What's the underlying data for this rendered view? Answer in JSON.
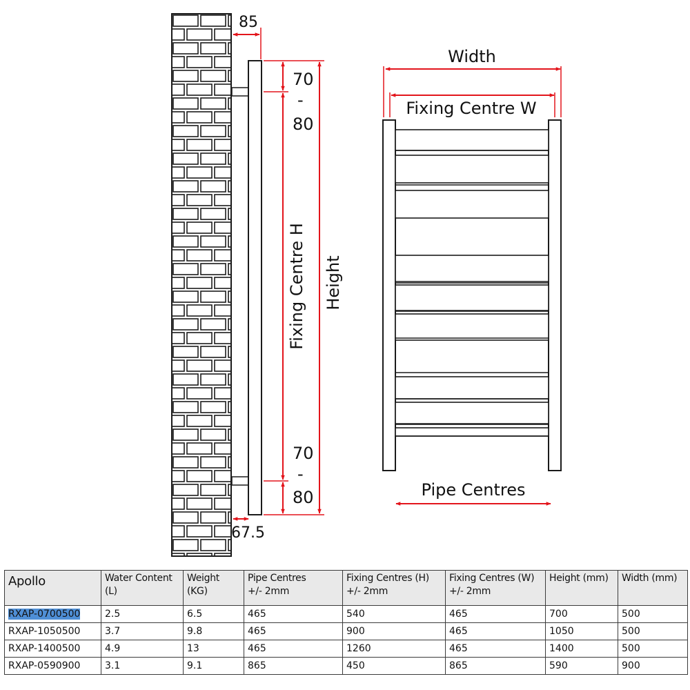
{
  "diagram": {
    "wall_offset_top": "85",
    "wall_offset_bottom": "67.5",
    "top_offset_lines": [
      "70",
      "-",
      "80"
    ],
    "bottom_offset_lines": [
      "70",
      "-",
      "80"
    ],
    "fixing_centre_h": "Fixing Centre H",
    "height": "Height",
    "width": "Width",
    "fixing_centre_w": "Fixing Centre W",
    "pipe_centres": "Pipe Centres",
    "colors": {
      "dimension": "#e3141b",
      "line": "#1a1a1a",
      "rail_fill": "#ffffff"
    }
  },
  "table": {
    "headers": [
      [
        "Apollo"
      ],
      [
        "Water Content",
        "(L)"
      ],
      [
        "Weight",
        "(KG)"
      ],
      [
        "Pipe Centres",
        "+/- 2mm"
      ],
      [
        "Fixing Centres (H)",
        "+/- 2mm"
      ],
      [
        "Fixing Centres (W)",
        "+/- 2mm"
      ],
      [
        "Height (mm)"
      ],
      [
        "Width (mm)"
      ]
    ],
    "rows": [
      [
        "RXAP-0700500",
        "2.5",
        "6.5",
        "465",
        "540",
        "465",
        "700",
        "500"
      ],
      [
        "RXAP-1050500",
        "3.7",
        "9.8",
        "465",
        "900",
        "465",
        "1050",
        "500"
      ],
      [
        "RXAP-1400500",
        "4.9",
        "13",
        "465",
        "1260",
        "465",
        "1400",
        "500"
      ],
      [
        "RXAP-0590900",
        "3.1",
        "9.1",
        "865",
        "450",
        "865",
        "590",
        "900"
      ]
    ],
    "highlight_color": "#4f8fd6"
  }
}
